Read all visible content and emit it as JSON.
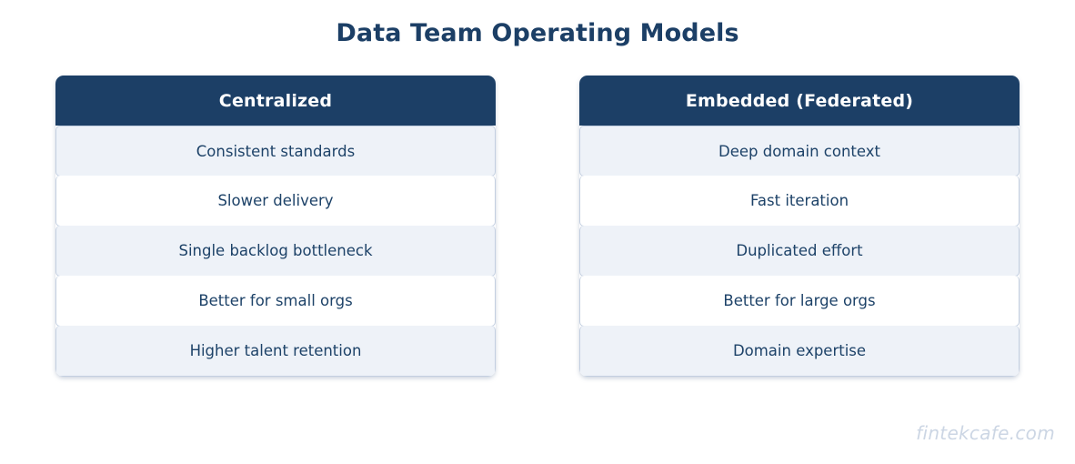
{
  "page": {
    "title": "Data Team Operating Models",
    "background_color": "#ffffff",
    "accent_color": "#1c3f66",
    "row_alt_color": "#eef2f8",
    "border_color": "#c3cfe0",
    "text_color": "#1d4268",
    "watermark": "fintekcafe.com",
    "watermark_color": "#ccd6e4"
  },
  "comparison": {
    "columns": [
      {
        "header": "Centralized",
        "rows": [
          "Consistent standards",
          "Slower delivery",
          "Single backlog bottleneck",
          "Better for small orgs",
          "Higher talent retention"
        ]
      },
      {
        "header": "Embedded (Federated)",
        "rows": [
          "Deep domain context",
          "Fast iteration",
          "Duplicated effort",
          "Better for large orgs",
          "Domain expertise"
        ]
      }
    ]
  }
}
